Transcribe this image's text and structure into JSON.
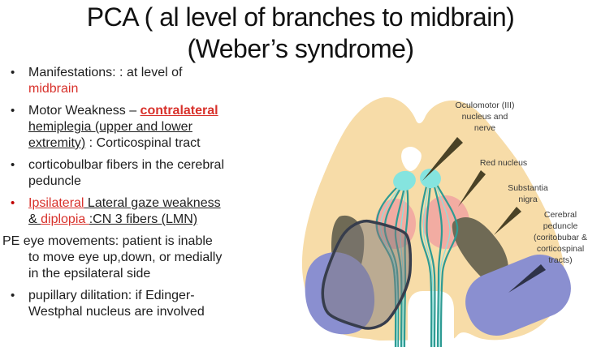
{
  "title": {
    "line1": "PCA ( al level of branches to midbrain)",
    "line2": "(Weber’s syndrome)"
  },
  "bullets": {
    "red_text_color": "#d8312b",
    "red_marker_color": "#c00000",
    "items": [
      {
        "bullet": "black",
        "segments": [
          {
            "t": "Manifestations: : at level of\n"
          },
          {
            "t": "midbrain",
            "red": true
          }
        ]
      },
      {
        "bullet": "black",
        "segments": [
          {
            "t": "Motor Weakness – "
          },
          {
            "t": "contralateral",
            "red": true,
            "bold": true,
            "u": true
          },
          {
            "t": "\n"
          },
          {
            "t": "hemiplegia (upper and lower\nextremity)",
            "u": true
          },
          {
            "t": " : Corticospinal tract"
          }
        ]
      },
      {
        "bullet": "black",
        "segments": [
          {
            "t": "corticobulbar fibers in the cerebral\npeduncle"
          }
        ]
      },
      {
        "bullet": "red",
        "segments": [
          {
            "t": "Ipsilateral",
            "red": true,
            "u": true
          },
          {
            "t": " Lateral gaze weakness",
            "u": true
          },
          {
            "t": "\n"
          },
          {
            "t": "& ",
            "u": true
          },
          {
            "t": "diplopia ",
            "red": true,
            "u": true
          },
          {
            "t": ":CN 3 fibers (LMN)",
            "u": true
          }
        ]
      },
      {
        "bullet": "none",
        "segments": [
          {
            "t": "PE eye movements: patient is inable\nto move eye up,down, or medially\nin the epsilateral side"
          }
        ]
      },
      {
        "bullet": "black",
        "segments": [
          {
            "t": "pupillary dilitation: if Edinger-\nWestphal nucleus are involved"
          }
        ]
      }
    ]
  },
  "figure": {
    "labels": {
      "oculomotor": "Oculomotor (III)\nnucleus and\nnerve",
      "red_nucleus": "Red nucleus",
      "substantia_nigra": "Substantia\nnigra",
      "cerebral_peduncle": "Cerebral\npeduncle\n(coritobubar &\ncorticospinal\ntracts)"
    },
    "colors": {
      "tissue": "#f7dca8",
      "nucleus_cyan": "#85e4df",
      "fiber_teal": "#2e9b93",
      "fiber_light": "#8fe0db",
      "red_nucleus_pink": "#f2aca2",
      "substantia_nigra_olive": "#6f6a55",
      "peduncle_purple": "#8a8fd0",
      "lesion_outline": "#373d4c",
      "pointer": "#4a4226",
      "pointer_navy": "#2e3248"
    }
  }
}
